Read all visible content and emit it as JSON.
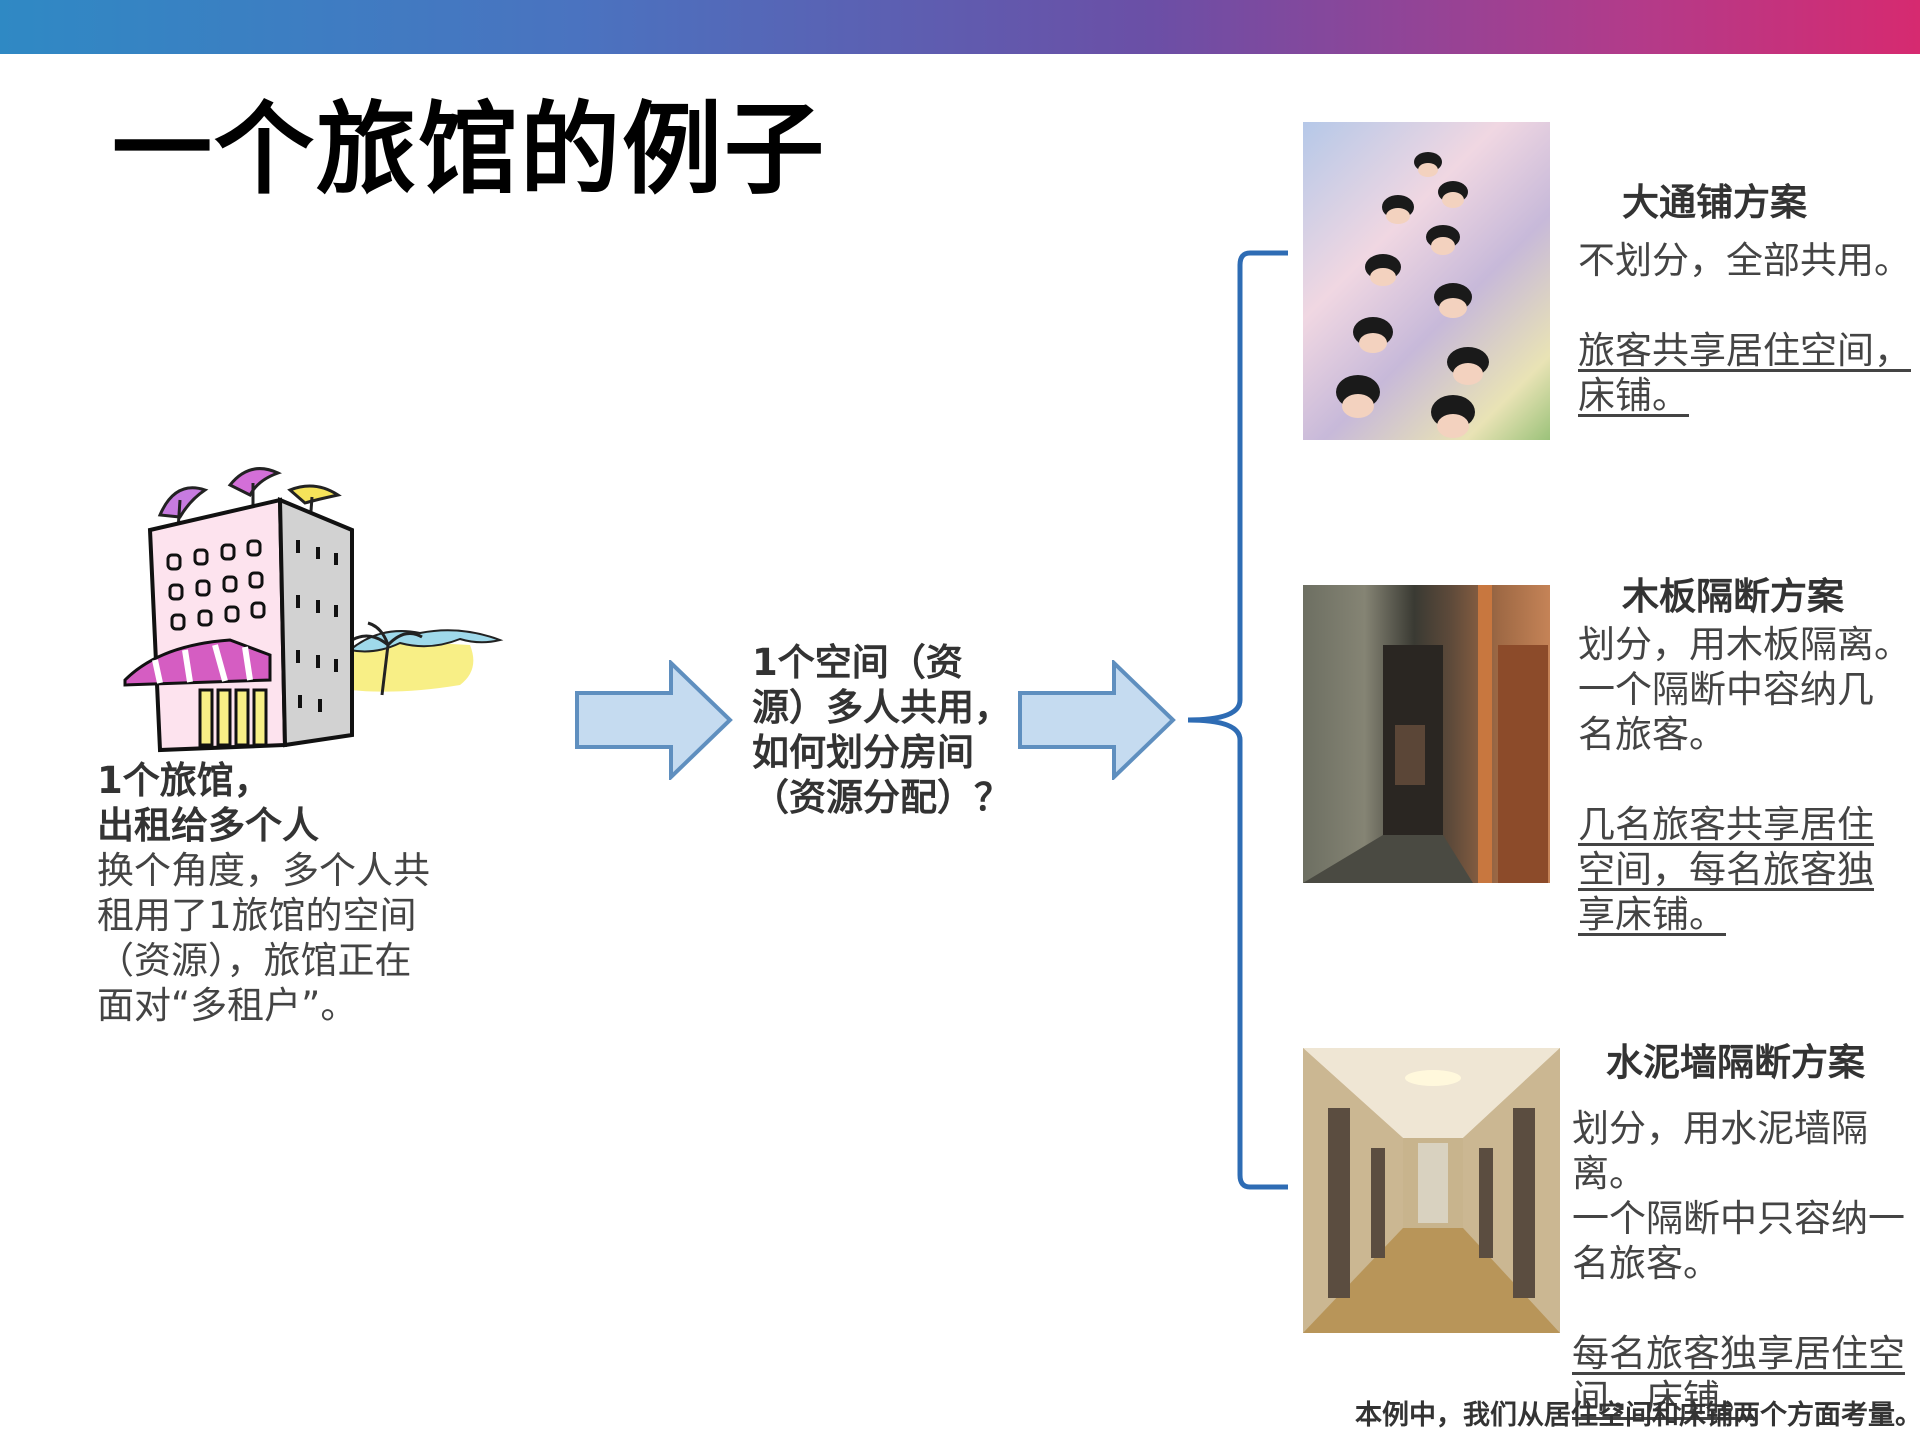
{
  "slide": {
    "title": "一个旅馆的例子",
    "left": {
      "line1": "1个旅馆，",
      "line2": "出租给多个人",
      "desc": [
        "换个角度，多个人共",
        "租用了1旅馆的空间",
        "（资源），旅馆正在",
        "面对“多租户”。"
      ]
    },
    "middle": {
      "lines": [
        "1个空间（资",
        "源）多人共用，",
        "如何划分房间",
        "（资源分配）？"
      ]
    },
    "options": [
      {
        "heading": "大通铺方案",
        "desc": [
          "不划分，全部共用。"
        ],
        "underline": [
          "旅客共享居住空间，",
          "床铺。"
        ]
      },
      {
        "heading": "木板隔断方案",
        "desc": [
          "划分，用木板隔离。",
          "一个隔断中容纳几",
          "名旅客。"
        ],
        "underline": [
          "几名旅客共享居住",
          "空间，每名旅客独",
          "享床铺。"
        ]
      },
      {
        "heading": "水泥墙隔断方案",
        "desc": [
          "划分，用水泥墙隔离。",
          "一个隔断中只容纳一",
          "名旅客。"
        ],
        "underline": [
          "每名旅客独享居住空",
          "间，床铺。"
        ]
      }
    ],
    "footer": "本例中，我们从居住空间和床铺两个方面考量。"
  },
  "colors": {
    "arrow_fill": "#c5dbf0",
    "arrow_stroke": "#5f8fbf",
    "bracket": "#2e6cb4"
  },
  "icons": {
    "hotel": "hotel-illustration",
    "arrows": "right-arrow-icon",
    "bracket": "curly-brace"
  }
}
